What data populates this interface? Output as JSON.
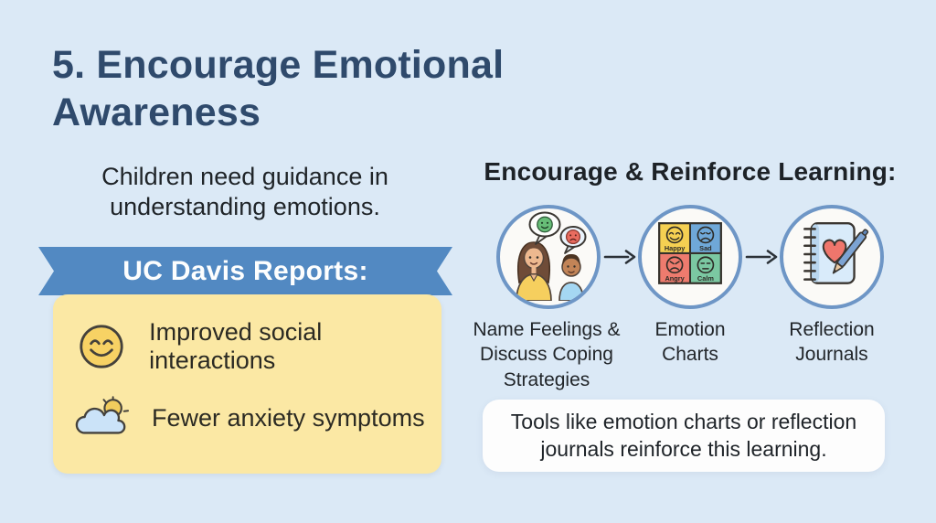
{
  "slide": {
    "title": "5. Encourage Emotional Awareness",
    "subtitle": "Children need guidance in understanding emotions."
  },
  "report_panel": {
    "ribbon_label": "UC Davis Reports:",
    "findings": [
      {
        "icon": "smiley-face-icon",
        "label": "Improved social interactions"
      },
      {
        "icon": "cloud-sun-icon",
        "label": "Fewer anxiety symptoms"
      }
    ]
  },
  "learning_flow": {
    "heading": "Encourage & Reinforce Learning:",
    "steps": [
      {
        "icon": "parent-child-conversation-icon",
        "label": "Name Feelings & Discuss Coping Strategies"
      },
      {
        "icon": "emotion-chart-icon",
        "label": "Emotion Charts",
        "cells": [
          "Happy",
          "Sad",
          "Angry",
          "Calm"
        ]
      },
      {
        "icon": "reflection-journal-icon",
        "label": "Reflection Journals"
      }
    ],
    "note": "Tools like emotion charts or reflection journals reinforce this learning."
  },
  "colors": {
    "background": "#dbe9f6",
    "title_text": "#2f4a6c",
    "body_text": "#1e2328",
    "ribbon_blue": "#5289c2",
    "panel_yellow": "#fbe8a4",
    "circle_border": "#6e96c6",
    "note_background": "#fdfdfd",
    "emotion_happy": "#f5d052",
    "emotion_sad": "#6fa8d8",
    "emotion_angry": "#ee7b6e",
    "emotion_calm": "#7bc8a2"
  }
}
